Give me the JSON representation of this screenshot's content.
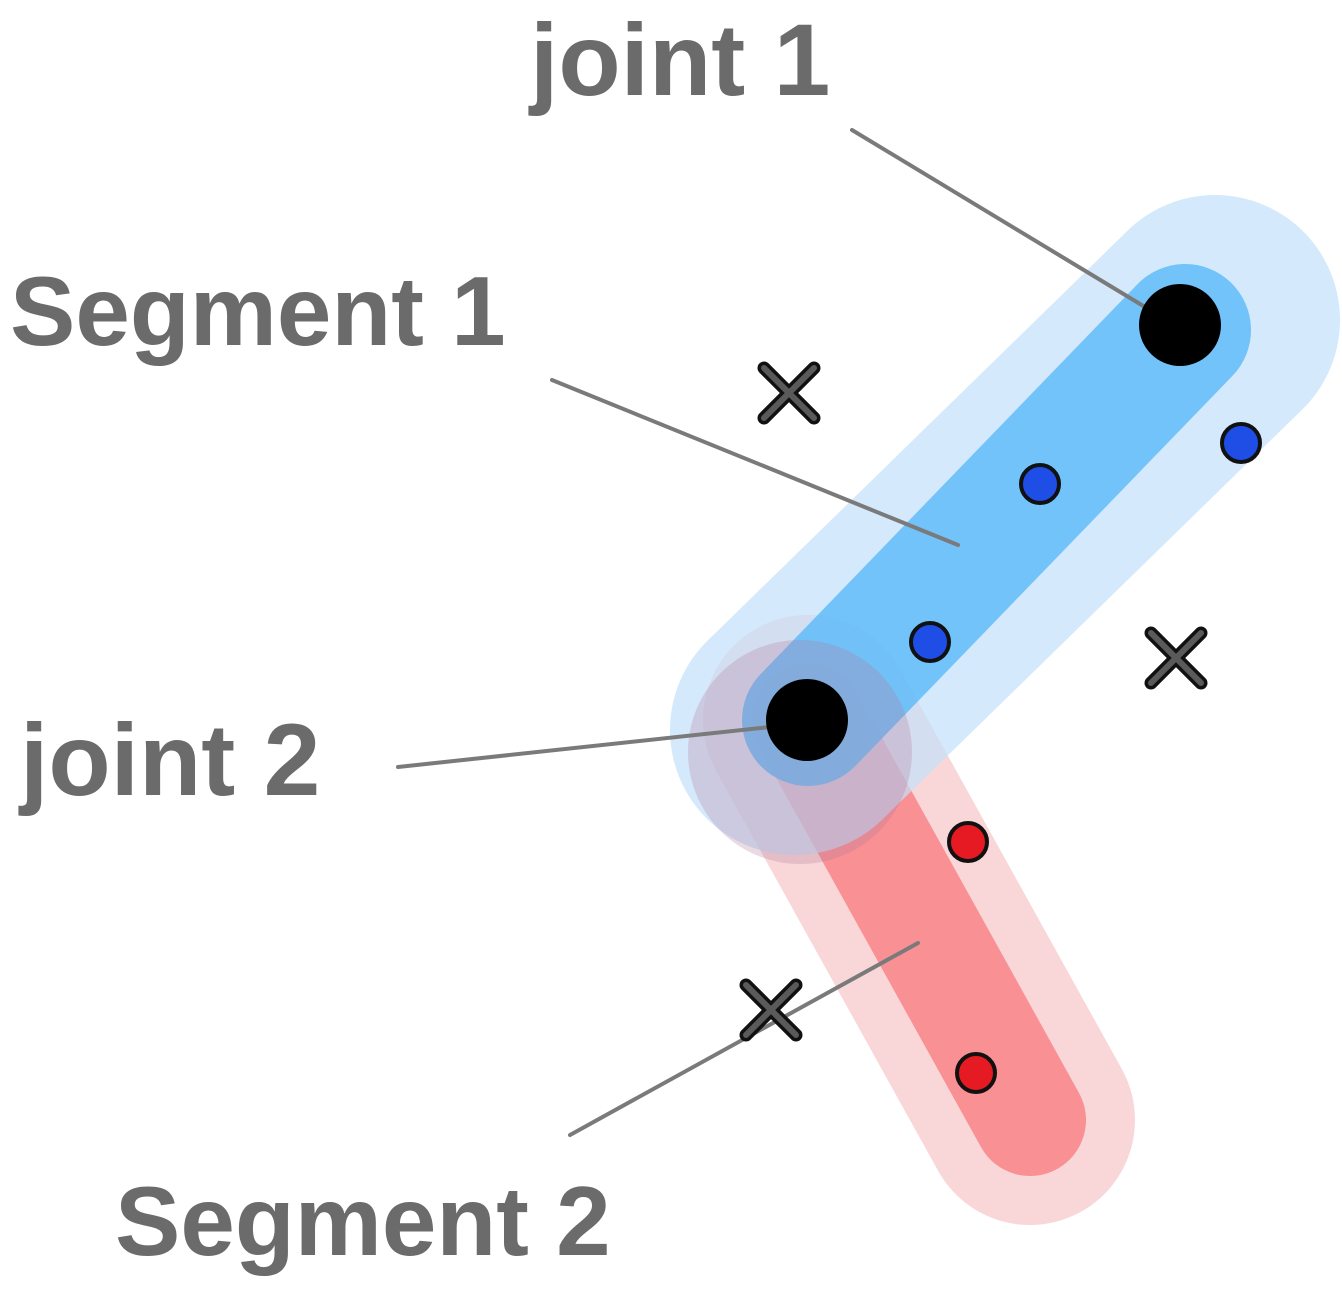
{
  "labels": {
    "joint1": "joint 1",
    "joint2": "joint 2",
    "segment1": "Segment 1",
    "segment2": "Segment 2"
  },
  "colors": {
    "segment1_outer": "#cfe6fb",
    "segment1_inner": "#66bff9",
    "segment2_outer": "#f8d3d4",
    "segment2_inner": "#f98c8f",
    "joint": "#000000",
    "blue_point": "#1f4ee6",
    "red_point": "#e51a22",
    "cross": "#4a4a4a",
    "text": "#6b6b6b",
    "leader_line": "#7a7a7a"
  },
  "legend_symbols": [
    "x-mark-icon",
    "blue-dot-icon",
    "red-dot-icon",
    "joint-dot-icon"
  ]
}
